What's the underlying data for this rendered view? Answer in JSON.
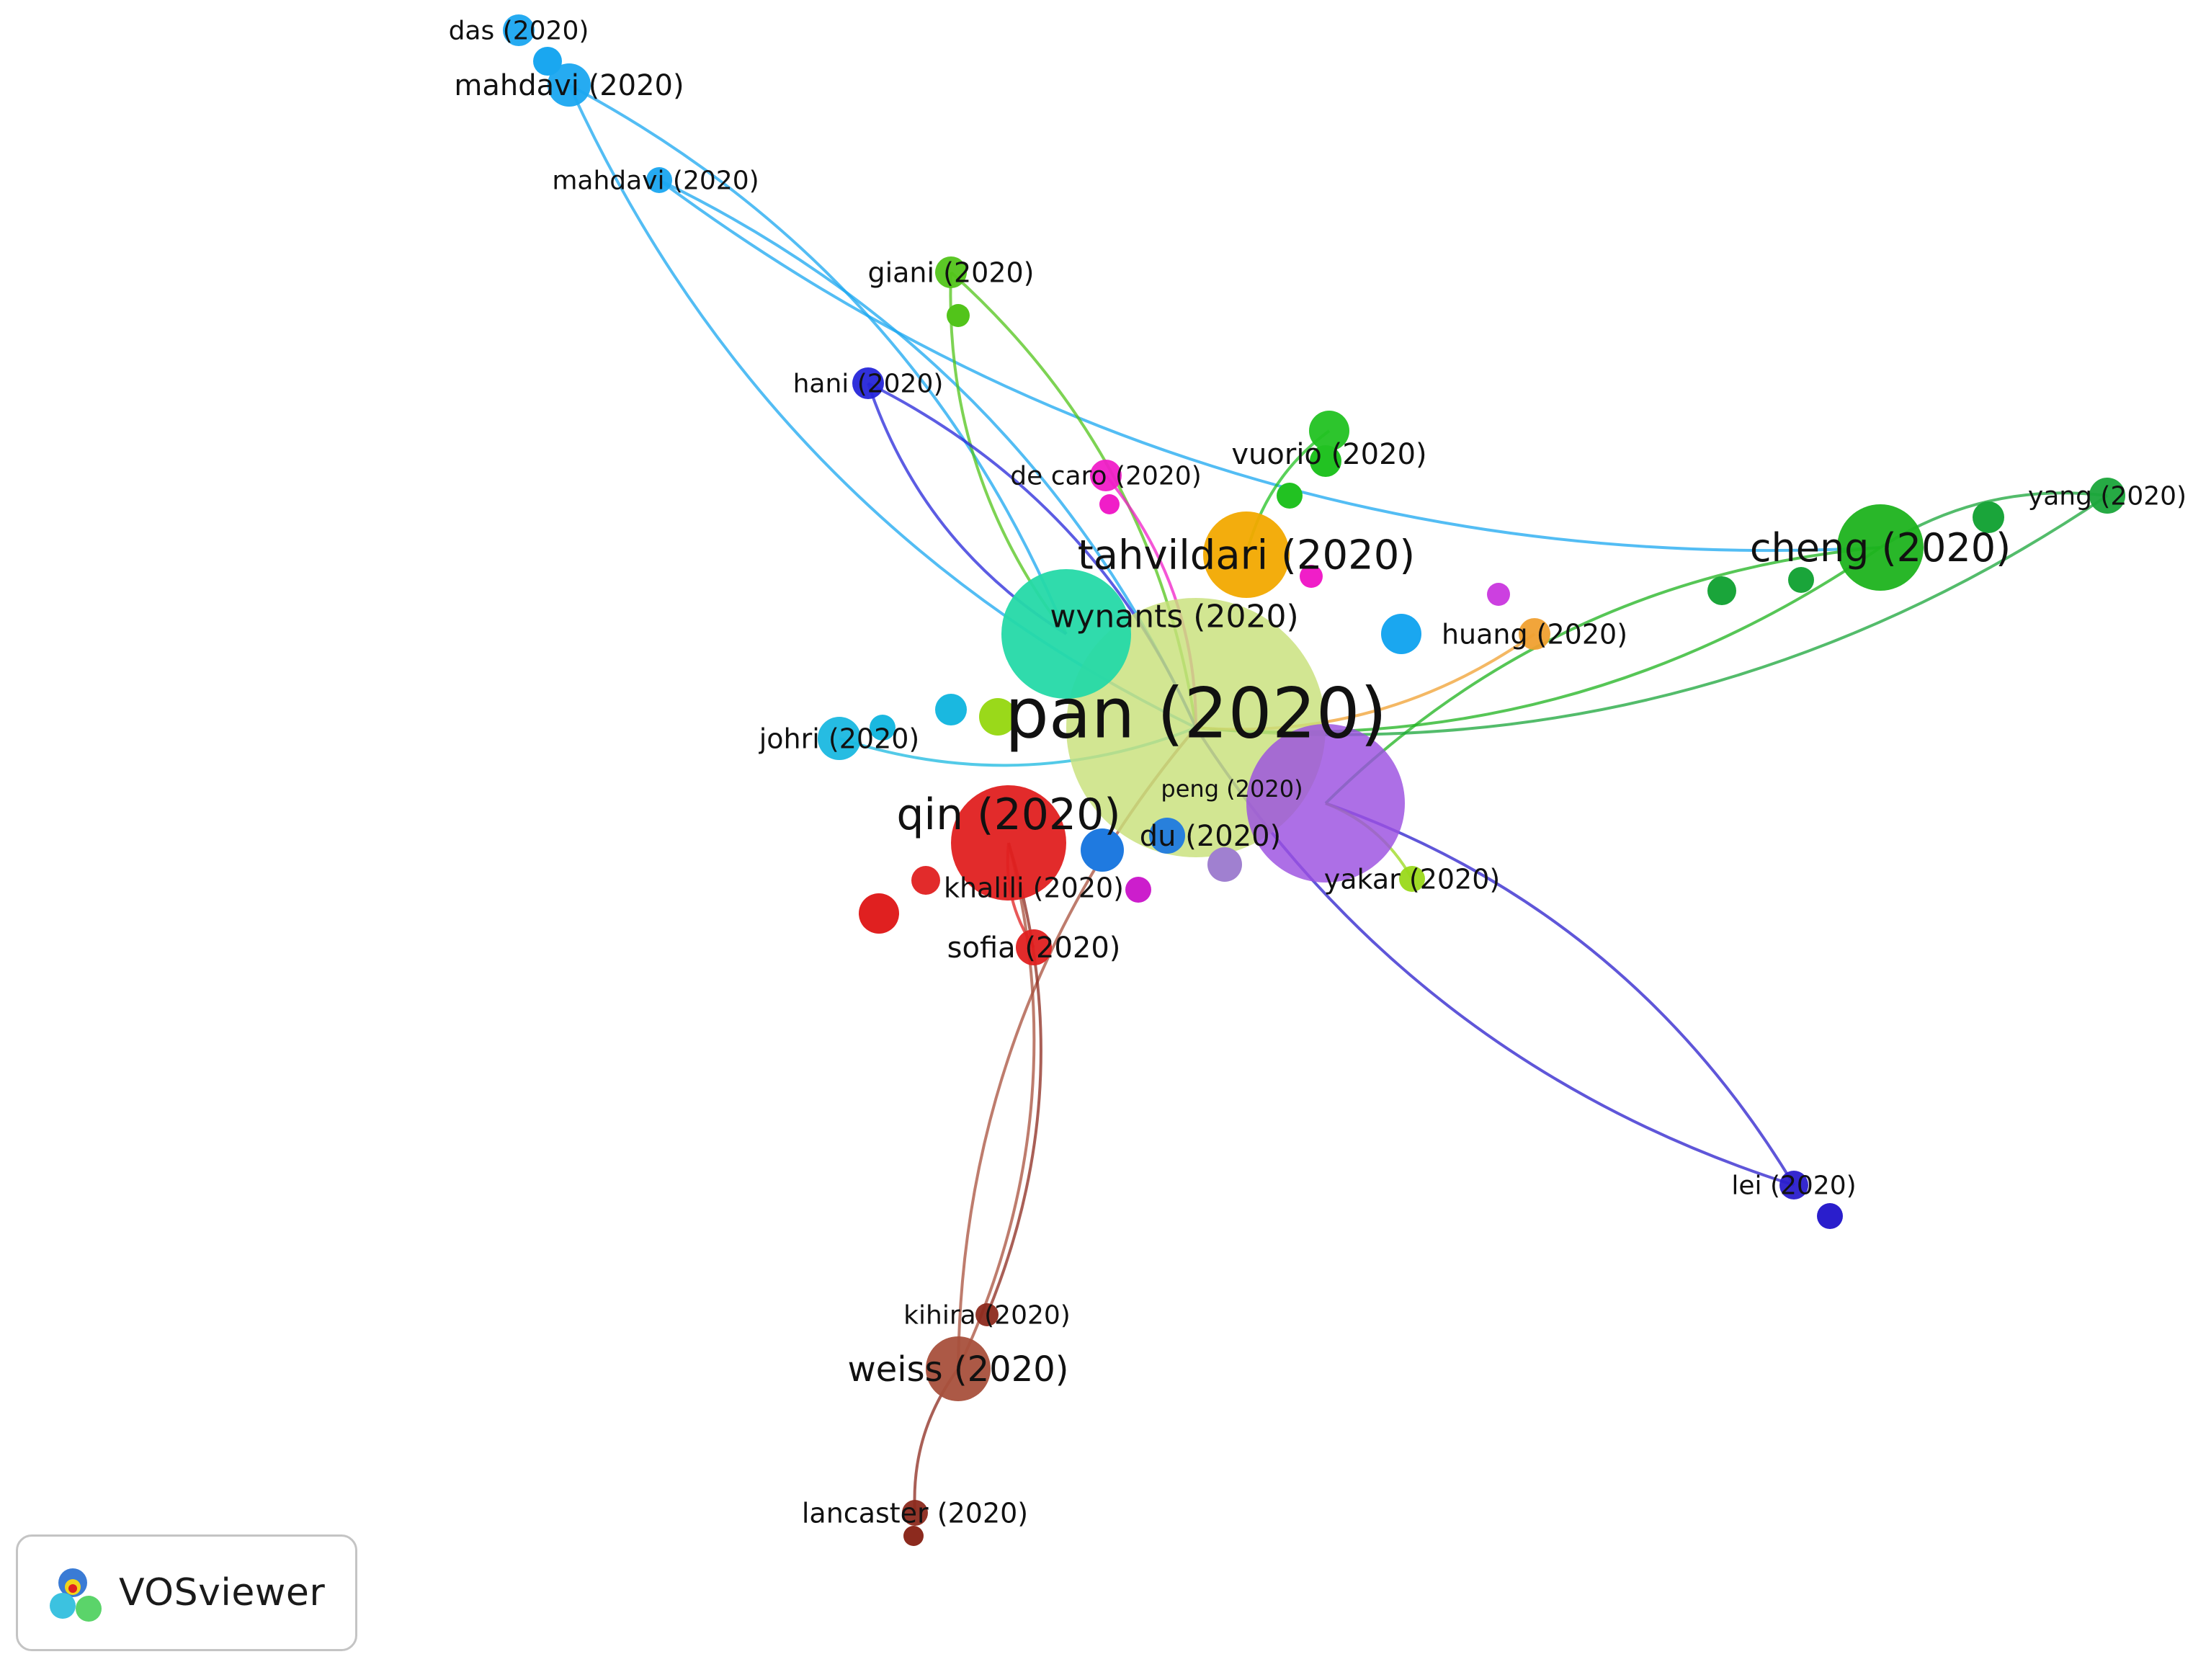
{
  "logo": {
    "text": "VOSviewer"
  },
  "network": {
    "nodes": [
      {
        "id": "pan",
        "label": "pan (2020)",
        "color": "#c8e07a",
        "weight": 10
      },
      {
        "id": "qin",
        "label": "qin (2020)",
        "color": "#e02020",
        "weight": 6
      },
      {
        "id": "tahvildari",
        "label": "tahvildari (2020)",
        "color": "#f2a900",
        "weight": 4
      },
      {
        "id": "wynants",
        "label": "wynants (2020)",
        "color": "#25d9a8",
        "weight": 6
      },
      {
        "id": "cheng",
        "label": "cheng (2020)",
        "color": "#1db31d",
        "weight": 5
      },
      {
        "id": "weiss",
        "label": "weiss (2020)",
        "color": "#a8503c",
        "weight": 4
      },
      {
        "id": "peng",
        "label": "peng (2020)",
        "color": "#9b4fe0",
        "weight": 8
      },
      {
        "id": "du",
        "label": "du (2020)",
        "color": "#1f7ae0",
        "weight": 3
      },
      {
        "id": "das",
        "label": "das (2020)",
        "color": "#1aa7f0",
        "weight": 2
      },
      {
        "id": "mahdavi1",
        "label": "mahdavi (2020)",
        "color": "#1aa7f0",
        "weight": 3
      },
      {
        "id": "mahdavi2",
        "label": "mahdavi (2020)",
        "color": "#1aa7f0",
        "weight": 2
      },
      {
        "id": "giani",
        "label": "giani (2020)",
        "color": "#52c41a",
        "weight": 2
      },
      {
        "id": "hani",
        "label": "hani (2020)",
        "color": "#2626d9",
        "weight": 2
      },
      {
        "id": "decaro",
        "label": "de caro (2020)",
        "color": "#f01ec8",
        "weight": 2
      },
      {
        "id": "vuorio",
        "label": "vuorio (2020)",
        "color": "#22c222",
        "weight": 2
      },
      {
        "id": "yang",
        "label": "yang (2020)",
        "color": "#1aa53a",
        "weight": 2
      },
      {
        "id": "huang",
        "label": "huang (2020)",
        "color": "#f0a030",
        "weight": 2
      },
      {
        "id": "johri",
        "label": "johri (2020)",
        "color": "#1ab8e0",
        "weight": 3
      },
      {
        "id": "khalili",
        "label": "khalili (2020)",
        "color": "#e02020",
        "weight": 2
      },
      {
        "id": "sofia",
        "label": "sofia (2020)",
        "color": "#e02020",
        "weight": 2
      },
      {
        "id": "yakar",
        "label": "yakar (2020)",
        "color": "#9ad91a",
        "weight": 2
      },
      {
        "id": "lei",
        "label": "lei (2020)",
        "color": "#2a1ecc",
        "weight": 2
      },
      {
        "id": "kihira",
        "label": "kihira (2020)",
        "color": "#8c2a1e",
        "weight": 2
      },
      {
        "id": "lancaster",
        "label": "lancaster (2020)",
        "color": "#8c2a1e",
        "weight": 2
      }
    ],
    "links": [
      [
        "mahdavi1",
        "wynants"
      ],
      [
        "mahdavi1",
        "pan"
      ],
      [
        "mahdavi2",
        "pan"
      ],
      [
        "mahdavi2",
        "cheng"
      ],
      [
        "giani",
        "pan"
      ],
      [
        "giani",
        "wynants"
      ],
      [
        "hani",
        "pan"
      ],
      [
        "hani",
        "wynants"
      ],
      [
        "cheng",
        "pan"
      ],
      [
        "cheng",
        "peng"
      ],
      [
        "yang",
        "pan"
      ],
      [
        "yang",
        "cheng"
      ],
      [
        "huang",
        "pan"
      ],
      [
        "lei",
        "peng"
      ],
      [
        "lei",
        "pan"
      ],
      [
        "yakar",
        "peng"
      ],
      [
        "sofia",
        "qin"
      ],
      [
        "weiss",
        "qin"
      ],
      [
        "weiss",
        "pan"
      ],
      [
        "kihira",
        "qin"
      ],
      [
        "lancaster",
        "weiss"
      ],
      [
        "vuorio",
        "tahvildari"
      ],
      [
        "decaro",
        "pan"
      ],
      [
        "johri",
        "pan"
      ]
    ]
  }
}
